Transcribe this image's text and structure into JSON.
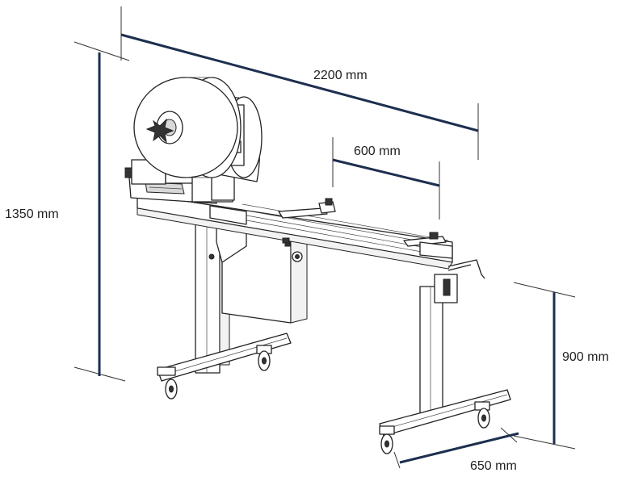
{
  "dimensions": {
    "length": "2200 mm",
    "section": "600 mm",
    "height_total": "1350 mm",
    "height_conveyor": "900 mm",
    "width": "650 mm"
  },
  "colors": {
    "dimension_line": "#1d2f4f",
    "machine_stroke": "#222222"
  }
}
